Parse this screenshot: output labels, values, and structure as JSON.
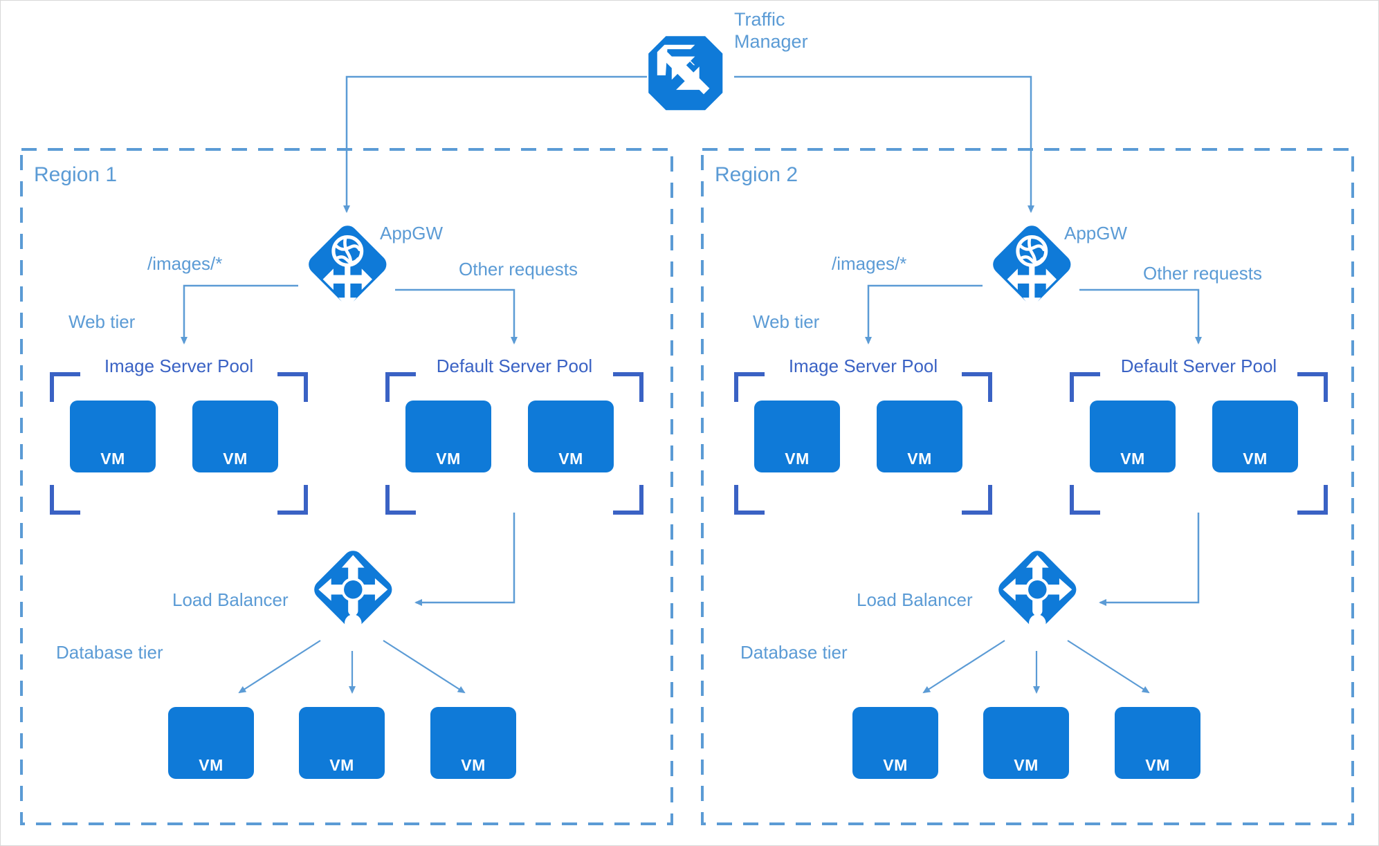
{
  "diagram": {
    "title_nodes": {
      "traffic_manager": {
        "label_line1": "Traffic",
        "label_line2": "Manager",
        "icon": "traffic-manager-icon"
      }
    },
    "colors": {
      "azure_blue": "#0f7ad8",
      "label_blue": "#5b9bd5",
      "pool_label_blue": "#3a62c4",
      "connector_blue": "#5b9bd5",
      "page_border": "#d8d8d8",
      "vm_fill": "#0f7ad8"
    },
    "vm_label": "VM",
    "regions": [
      {
        "name": "Region 1",
        "appgw_label": "AppGW",
        "web_tier_label": "Web tier",
        "database_tier_label": "Database tier",
        "load_balancer_label": "Load Balancer",
        "route_images_label": "/images/*",
        "route_other_label": "Other requests",
        "pools": [
          {
            "name": "Image Server Pool",
            "vms": [
              "VM",
              "VM"
            ]
          },
          {
            "name": "Default Server Pool",
            "vms": [
              "VM",
              "VM"
            ]
          }
        ],
        "database_vms": [
          "VM",
          "VM",
          "VM"
        ]
      },
      {
        "name": "Region 2",
        "appgw_label": "AppGW",
        "web_tier_label": "Web tier",
        "database_tier_label": "Database tier",
        "load_balancer_label": "Load Balancer",
        "route_images_label": "/images/*",
        "route_other_label": "Other requests",
        "pools": [
          {
            "name": "Image Server Pool",
            "vms": [
              "VM",
              "VM"
            ]
          },
          {
            "name": "Default Server Pool",
            "vms": [
              "VM",
              "VM"
            ]
          }
        ],
        "database_vms": [
          "VM",
          "VM",
          "VM"
        ]
      }
    ]
  }
}
